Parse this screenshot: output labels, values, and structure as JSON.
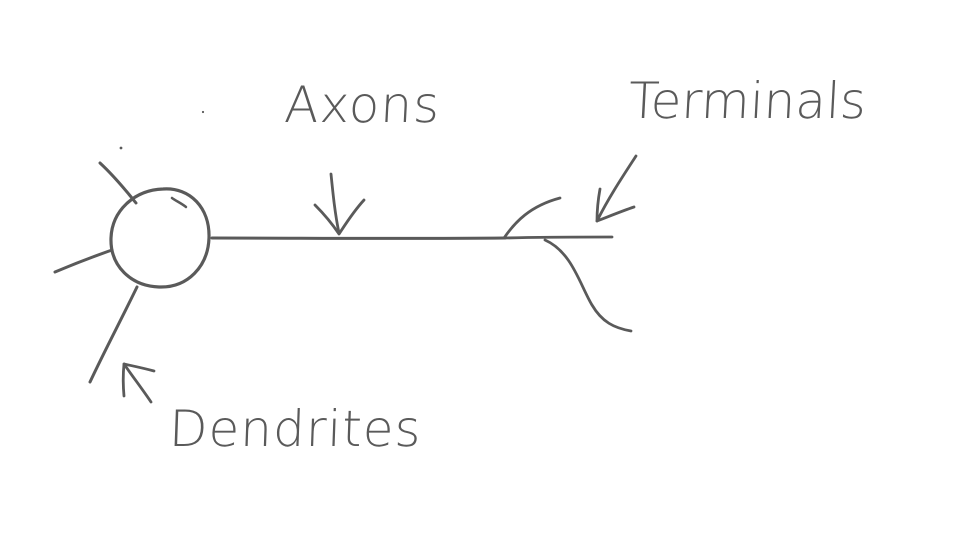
{
  "colors": {
    "ink": "#5a5a5a",
    "paper": "#ffffff"
  },
  "labels": {
    "axons": "Axons",
    "terminals": "Terminals",
    "dendrites": "Dendrites"
  }
}
